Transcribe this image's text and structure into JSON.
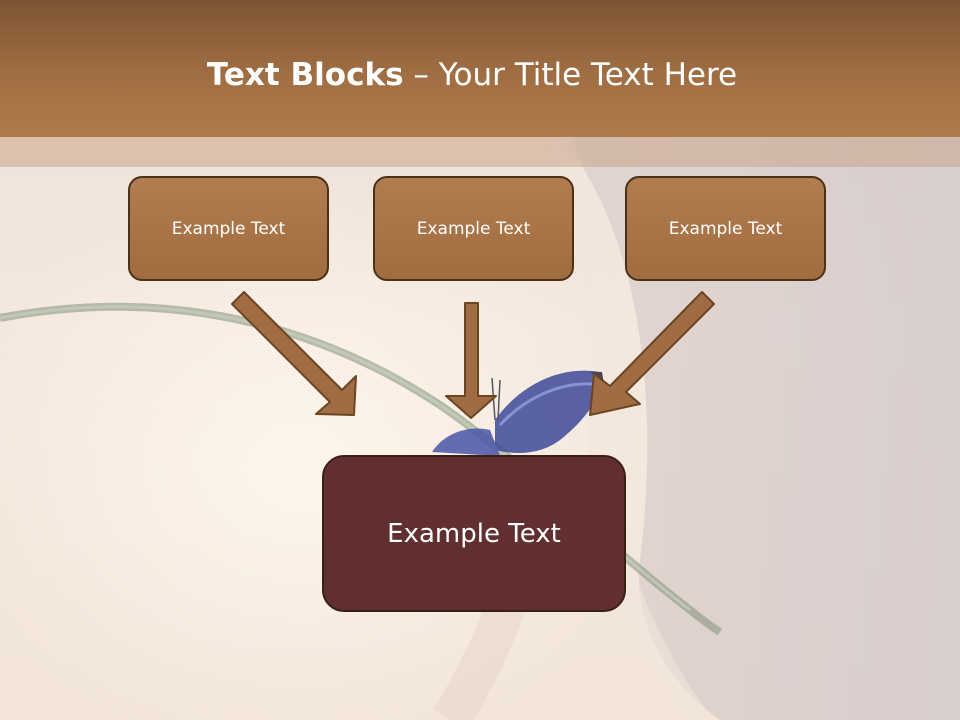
{
  "slide": {
    "title_bold": "Text Blocks",
    "title_rest": " – Your Title Text Here",
    "blocks": [
      {
        "label": "Example Text"
      },
      {
        "label": "Example Text"
      },
      {
        "label": "Example Text"
      }
    ],
    "main_block": {
      "label": "Example Text"
    }
  },
  "colors": {
    "title_bar": "#a06e43",
    "block_fill": "#a86f45",
    "block_border": "#4a3218",
    "main_block_fill": "#622f31",
    "arrow_fill": "#a06c44",
    "arrow_stroke": "#6b4522"
  },
  "decorations": {
    "butterfly": "butterfly-image",
    "grass_blade": "grass-blade-image",
    "curved_shape": "curved-silhouette-image"
  }
}
